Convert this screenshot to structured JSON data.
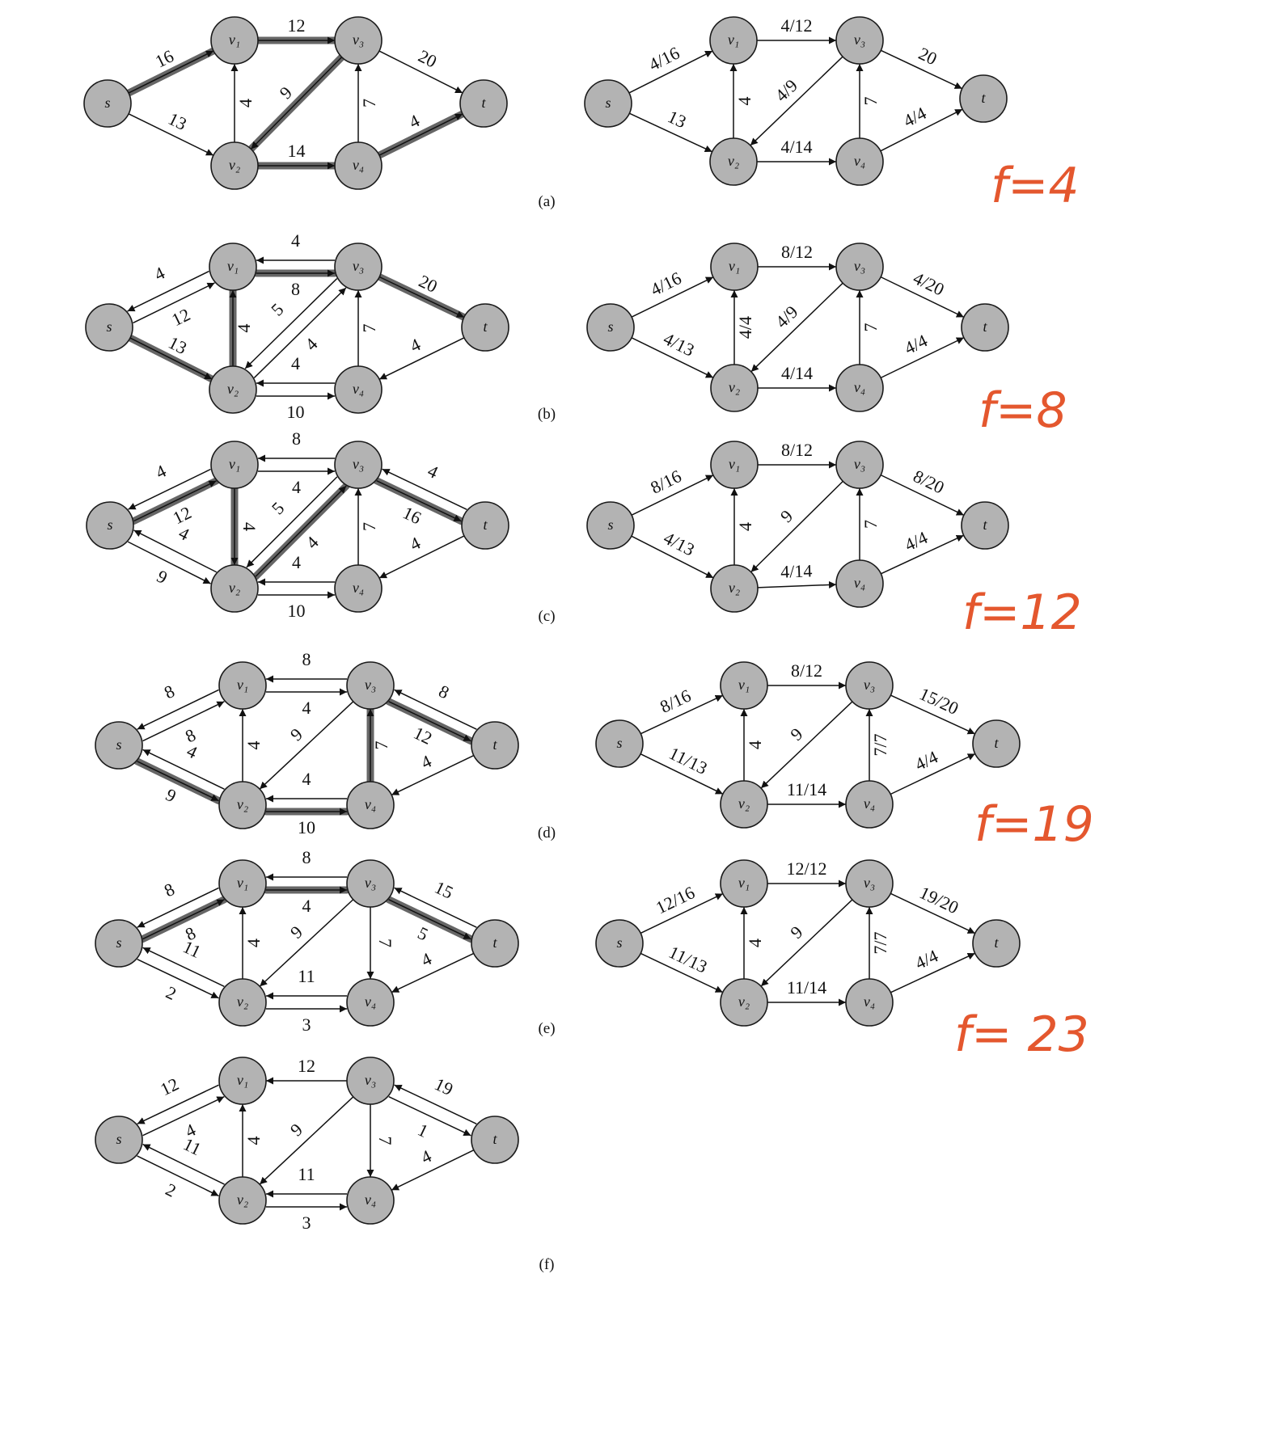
{
  "accent_color": "#e4572e",
  "node_fill": "#b3b3b3",
  "highlight_color": "#555555",
  "panels": [
    {
      "caption": "(a)",
      "residual": {
        "edges": [
          {
            "id": "a-s-v1",
            "from": "s",
            "to": "v1",
            "label": "16",
            "hl": true
          },
          {
            "id": "a-s-v2",
            "from": "s",
            "to": "v2",
            "label": "13",
            "hl": false
          },
          {
            "id": "a-v1-v3",
            "from": "v1",
            "to": "v3",
            "label": "12",
            "hl": true
          },
          {
            "id": "a-v2-v1",
            "from": "v2",
            "to": "v1",
            "label": "4",
            "hl": false
          },
          {
            "id": "a-v3-v2",
            "from": "v3",
            "to": "v2",
            "label": "9",
            "hl": true
          },
          {
            "id": "a-v2-v4",
            "from": "v2",
            "to": "v4",
            "label": "14",
            "hl": true
          },
          {
            "id": "a-v4-v3",
            "from": "v4",
            "to": "v3",
            "label": "7",
            "hl": false
          },
          {
            "id": "a-v3-t",
            "from": "v3",
            "to": "t",
            "label": "20",
            "hl": false
          },
          {
            "id": "a-v4-t",
            "from": "v4",
            "to": "t",
            "label": "4",
            "hl": true
          }
        ]
      },
      "flow": {
        "edges": [
          {
            "id": "af-s-v1",
            "from": "s",
            "to": "v1",
            "label": "4/16"
          },
          {
            "id": "af-s-v2",
            "from": "s",
            "to": "v2",
            "label": "13"
          },
          {
            "id": "af-v1-v3",
            "from": "v1",
            "to": "v3",
            "label": "4/12"
          },
          {
            "id": "af-v2-v1",
            "from": "v2",
            "to": "v1",
            "label": "4"
          },
          {
            "id": "af-v3-v2",
            "from": "v3",
            "to": "v2",
            "label": "4/9"
          },
          {
            "id": "af-v2-v4",
            "from": "v2",
            "to": "v4",
            "label": "4/14"
          },
          {
            "id": "af-v4-v3",
            "from": "v4",
            "to": "v3",
            "label": "7"
          },
          {
            "id": "af-v3-t",
            "from": "v3",
            "to": "t",
            "label": "20"
          },
          {
            "id": "af-v4-t",
            "from": "v4",
            "to": "t",
            "label": "4/4"
          }
        ],
        "annotation": "f=4"
      }
    },
    {
      "caption": "(b)",
      "residual": {
        "edges": [
          {
            "id": "b-s-v1",
            "from": "s",
            "to": "v1",
            "label": "12",
            "hl": false
          },
          {
            "id": "b-v1-s",
            "from": "v1",
            "to": "s",
            "label": "4",
            "hl": false
          },
          {
            "id": "b-s-v2",
            "from": "s",
            "to": "v2",
            "label": "13",
            "hl": true
          },
          {
            "id": "b-v1-v3",
            "from": "v1",
            "to": "v3",
            "label": "8",
            "hl": true
          },
          {
            "id": "b-v3-v1",
            "from": "v3",
            "to": "v1",
            "label": "4",
            "hl": false
          },
          {
            "id": "b-v2-v1",
            "from": "v2",
            "to": "v1",
            "label": "4",
            "hl": true
          },
          {
            "id": "b-v2-v3",
            "from": "v2",
            "to": "v3",
            "label": "4",
            "hl": false
          },
          {
            "id": "b-v3-v2",
            "from": "v3",
            "to": "v2",
            "label": "5",
            "hl": false
          },
          {
            "id": "b-v2-v4",
            "from": "v2",
            "to": "v4",
            "label": "10",
            "hl": false
          },
          {
            "id": "b-v4-v2",
            "from": "v4",
            "to": "v2",
            "label": "4",
            "hl": false
          },
          {
            "id": "b-v4-v3",
            "from": "v4",
            "to": "v3",
            "label": "7",
            "hl": false
          },
          {
            "id": "b-v3-t",
            "from": "v3",
            "to": "t",
            "label": "20",
            "hl": true
          },
          {
            "id": "b-t-v4",
            "from": "t",
            "to": "v4",
            "label": "4",
            "hl": false
          }
        ]
      },
      "flow": {
        "edges": [
          {
            "id": "bf-s-v1",
            "from": "s",
            "to": "v1",
            "label": "4/16"
          },
          {
            "id": "bf-s-v2",
            "from": "s",
            "to": "v2",
            "label": "4/13"
          },
          {
            "id": "bf-v1-v3",
            "from": "v1",
            "to": "v3",
            "label": "8/12"
          },
          {
            "id": "bf-v2-v1",
            "from": "v2",
            "to": "v1",
            "label": "4/4"
          },
          {
            "id": "bf-v3-v2",
            "from": "v3",
            "to": "v2",
            "label": "4/9"
          },
          {
            "id": "bf-v2-v4",
            "from": "v2",
            "to": "v4",
            "label": "4/14"
          },
          {
            "id": "bf-v4-v3",
            "from": "v4",
            "to": "v3",
            "label": "7"
          },
          {
            "id": "bf-v3-t",
            "from": "v3",
            "to": "t",
            "label": "4/20"
          },
          {
            "id": "bf-v4-t",
            "from": "v4",
            "to": "t",
            "label": "4/4"
          }
        ],
        "annotation": "f=8"
      }
    },
    {
      "caption": "(c)",
      "residual": {
        "edges": [
          {
            "id": "c-s-v1",
            "from": "s",
            "to": "v1",
            "label": "12",
            "hl": true
          },
          {
            "id": "c-v1-s",
            "from": "v1",
            "to": "s",
            "label": "4",
            "hl": false
          },
          {
            "id": "c-s-v2",
            "from": "s",
            "to": "v2",
            "label": "9",
            "hl": false
          },
          {
            "id": "c-v2-s",
            "from": "v2",
            "to": "s",
            "label": "4",
            "hl": false
          },
          {
            "id": "c-v1-v3",
            "from": "v1",
            "to": "v3",
            "label": "4",
            "hl": false
          },
          {
            "id": "c-v3-v1",
            "from": "v3",
            "to": "v1",
            "label": "8",
            "hl": false
          },
          {
            "id": "c-v1-v2",
            "from": "v1",
            "to": "v2",
            "label": "4",
            "hl": true
          },
          {
            "id": "c-v2-v3",
            "from": "v2",
            "to": "v3",
            "label": "4",
            "hl": true
          },
          {
            "id": "c-v3-v2",
            "from": "v3",
            "to": "v2",
            "label": "5",
            "hl": false
          },
          {
            "id": "c-v2-v4",
            "from": "v2",
            "to": "v4",
            "label": "10",
            "hl": false
          },
          {
            "id": "c-v4-v2",
            "from": "v4",
            "to": "v2",
            "label": "4",
            "hl": false
          },
          {
            "id": "c-v4-v3",
            "from": "v4",
            "to": "v3",
            "label": "7",
            "hl": false
          },
          {
            "id": "c-v3-t",
            "from": "v3",
            "to": "t",
            "label": "16",
            "hl": true
          },
          {
            "id": "c-t-v3",
            "from": "t",
            "to": "v3",
            "label": "4",
            "hl": false
          },
          {
            "id": "c-t-v4",
            "from": "t",
            "to": "v4",
            "label": "4",
            "hl": false
          }
        ]
      },
      "flow": {
        "edges": [
          {
            "id": "cf-s-v1",
            "from": "s",
            "to": "v1",
            "label": "8/16"
          },
          {
            "id": "cf-s-v2",
            "from": "s",
            "to": "v2",
            "label": "4/13"
          },
          {
            "id": "cf-v1-v3",
            "from": "v1",
            "to": "v3",
            "label": "8/12"
          },
          {
            "id": "cf-v2-v1",
            "from": "v2",
            "to": "v1",
            "label": "4"
          },
          {
            "id": "cf-v3-v2",
            "from": "v3",
            "to": "v2",
            "label": "9"
          },
          {
            "id": "cf-v2-v4",
            "from": "v2",
            "to": "v4",
            "label": "4/14"
          },
          {
            "id": "cf-v4-v3",
            "from": "v4",
            "to": "v3",
            "label": "7"
          },
          {
            "id": "cf-v3-t",
            "from": "v3",
            "to": "t",
            "label": "8/20"
          },
          {
            "id": "cf-v4-t",
            "from": "v4",
            "to": "t",
            "label": "4/4"
          }
        ],
        "annotation": "f=12"
      }
    },
    {
      "caption": "(d)",
      "residual": {
        "edges": [
          {
            "id": "d-s-v1",
            "from": "s",
            "to": "v1",
            "label": "8",
            "hl": false
          },
          {
            "id": "d-v1-s",
            "from": "v1",
            "to": "s",
            "label": "8",
            "hl": false
          },
          {
            "id": "d-s-v2",
            "from": "s",
            "to": "v2",
            "label": "9",
            "hl": true
          },
          {
            "id": "d-v2-s",
            "from": "v2",
            "to": "s",
            "label": "4",
            "hl": false
          },
          {
            "id": "d-v1-v3",
            "from": "v1",
            "to": "v3",
            "label": "4",
            "hl": false
          },
          {
            "id": "d-v3-v1",
            "from": "v3",
            "to": "v1",
            "label": "8",
            "hl": false
          },
          {
            "id": "d-v2-v1",
            "from": "v2",
            "to": "v1",
            "label": "4",
            "hl": false
          },
          {
            "id": "d-v3-v2",
            "from": "v3",
            "to": "v2",
            "label": "9",
            "hl": false
          },
          {
            "id": "d-v2-v4",
            "from": "v2",
            "to": "v4",
            "label": "10",
            "hl": true
          },
          {
            "id": "d-v4-v2",
            "from": "v4",
            "to": "v2",
            "label": "4",
            "hl": false
          },
          {
            "id": "d-v4-v3",
            "from": "v4",
            "to": "v3",
            "label": "7",
            "hl": true
          },
          {
            "id": "d-v3-t",
            "from": "v3",
            "to": "t",
            "label": "12",
            "hl": true
          },
          {
            "id": "d-t-v3",
            "from": "t",
            "to": "v3",
            "label": "8",
            "hl": false
          },
          {
            "id": "d-t-v4",
            "from": "t",
            "to": "v4",
            "label": "4",
            "hl": false
          }
        ]
      },
      "flow": {
        "edges": [
          {
            "id": "df-s-v1",
            "from": "s",
            "to": "v1",
            "label": "8/16"
          },
          {
            "id": "df-s-v2",
            "from": "s",
            "to": "v2",
            "label": "11/13"
          },
          {
            "id": "df-v1-v3",
            "from": "v1",
            "to": "v3",
            "label": "8/12"
          },
          {
            "id": "df-v2-v1",
            "from": "v2",
            "to": "v1",
            "label": "4"
          },
          {
            "id": "df-v3-v2",
            "from": "v3",
            "to": "v2",
            "label": "9"
          },
          {
            "id": "df-v2-v4",
            "from": "v2",
            "to": "v4",
            "label": "11/14"
          },
          {
            "id": "df-v4-v3",
            "from": "v4",
            "to": "v3",
            "label": "7/7"
          },
          {
            "id": "df-v3-t",
            "from": "v3",
            "to": "t",
            "label": "15/20"
          },
          {
            "id": "df-v4-t",
            "from": "v4",
            "to": "t",
            "label": "4/4"
          }
        ],
        "annotation": "f=19"
      }
    },
    {
      "caption": "(e)",
      "residual": {
        "edges": [
          {
            "id": "e-s-v1",
            "from": "s",
            "to": "v1",
            "label": "8",
            "hl": true
          },
          {
            "id": "e-v1-s",
            "from": "v1",
            "to": "s",
            "label": "8",
            "hl": false
          },
          {
            "id": "e-s-v2",
            "from": "s",
            "to": "v2",
            "label": "2",
            "hl": false
          },
          {
            "id": "e-v2-s",
            "from": "v2",
            "to": "s",
            "label": "11",
            "hl": false
          },
          {
            "id": "e-v1-v3",
            "from": "v1",
            "to": "v3",
            "label": "4",
            "hl": true
          },
          {
            "id": "e-v3-v1",
            "from": "v3",
            "to": "v1",
            "label": "8",
            "hl": false
          },
          {
            "id": "e-v2-v1",
            "from": "v2",
            "to": "v1",
            "label": "4",
            "hl": false
          },
          {
            "id": "e-v3-v2",
            "from": "v3",
            "to": "v2",
            "label": "9",
            "hl": false
          },
          {
            "id": "e-v2-v4",
            "from": "v2",
            "to": "v4",
            "label": "3",
            "hl": false
          },
          {
            "id": "e-v4-v2",
            "from": "v4",
            "to": "v2",
            "label": "11",
            "hl": false
          },
          {
            "id": "e-v3-v4",
            "from": "v3",
            "to": "v4",
            "label": "7",
            "hl": false
          },
          {
            "id": "e-v3-t",
            "from": "v3",
            "to": "t",
            "label": "5",
            "hl": true
          },
          {
            "id": "e-t-v3",
            "from": "t",
            "to": "v3",
            "label": "15",
            "hl": false
          },
          {
            "id": "e-t-v4",
            "from": "t",
            "to": "v4",
            "label": "4",
            "hl": false
          }
        ]
      },
      "flow": {
        "edges": [
          {
            "id": "ef-s-v1",
            "from": "s",
            "to": "v1",
            "label": "12/16"
          },
          {
            "id": "ef-s-v2",
            "from": "s",
            "to": "v2",
            "label": "11/13"
          },
          {
            "id": "ef-v1-v3",
            "from": "v1",
            "to": "v3",
            "label": "12/12"
          },
          {
            "id": "ef-v2-v1",
            "from": "v2",
            "to": "v1",
            "label": "4"
          },
          {
            "id": "ef-v3-v2",
            "from": "v3",
            "to": "v2",
            "label": "9"
          },
          {
            "id": "ef-v2-v4",
            "from": "v2",
            "to": "v4",
            "label": "11/14"
          },
          {
            "id": "ef-v4-v3",
            "from": "v4",
            "to": "v3",
            "label": "7/7"
          },
          {
            "id": "ef-v3-t",
            "from": "v3",
            "to": "t",
            "label": "19/20"
          },
          {
            "id": "ef-v4-t",
            "from": "v4",
            "to": "t",
            "label": "4/4"
          }
        ],
        "annotation": "f= 23"
      }
    },
    {
      "caption": "(f)",
      "residual": {
        "edges": [
          {
            "id": "f-s-v1",
            "from": "s",
            "to": "v1",
            "label": "4",
            "hl": false
          },
          {
            "id": "f-v1-s",
            "from": "v1",
            "to": "s",
            "label": "12",
            "hl": false
          },
          {
            "id": "f-s-v2",
            "from": "s",
            "to": "v2",
            "label": "2",
            "hl": false
          },
          {
            "id": "f-v2-s",
            "from": "v2",
            "to": "s",
            "label": "11",
            "hl": false
          },
          {
            "id": "f-v3-v1",
            "from": "v3",
            "to": "v1",
            "label": "12",
            "hl": false
          },
          {
            "id": "f-v2-v1",
            "from": "v2",
            "to": "v1",
            "label": "4",
            "hl": false
          },
          {
            "id": "f-v3-v2",
            "from": "v3",
            "to": "v2",
            "label": "9",
            "hl": false
          },
          {
            "id": "f-v2-v4",
            "from": "v2",
            "to": "v4",
            "label": "3",
            "hl": false
          },
          {
            "id": "f-v4-v2",
            "from": "v4",
            "to": "v2",
            "label": "11",
            "hl": false
          },
          {
            "id": "f-v3-v4",
            "from": "v3",
            "to": "v4",
            "label": "7",
            "hl": false
          },
          {
            "id": "f-v3-t",
            "from": "v3",
            "to": "t",
            "label": "1",
            "hl": false
          },
          {
            "id": "f-t-v3",
            "from": "t",
            "to": "v3",
            "label": "19",
            "hl": false
          },
          {
            "id": "f-t-v4",
            "from": "t",
            "to": "v4",
            "label": "4",
            "hl": false
          }
        ]
      },
      "flow": null
    }
  ],
  "node_labels": {
    "s": "s",
    "v1": "v₁",
    "v2": "v₂",
    "v3": "v₃",
    "v4": "v₄",
    "t": "t"
  }
}
